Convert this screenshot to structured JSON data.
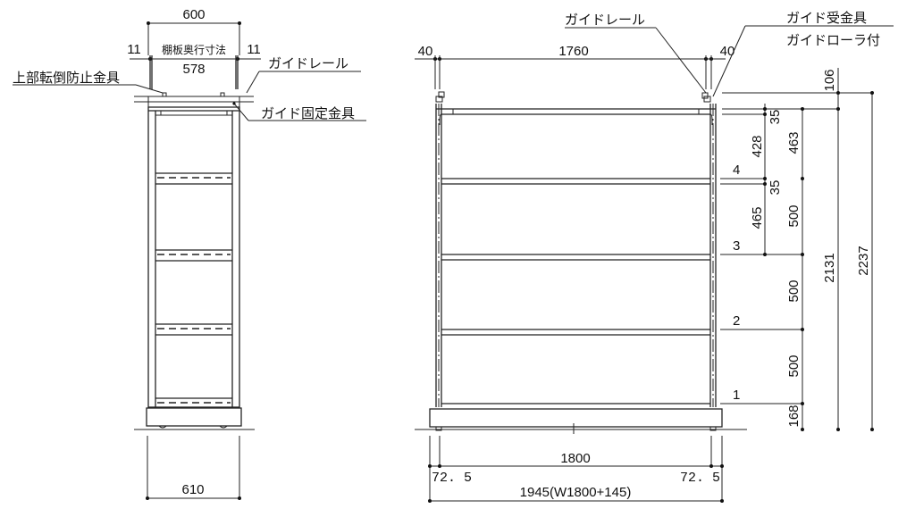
{
  "side_view": {
    "overall_depth_top": "600",
    "left_clearance": "11",
    "right_clearance": "11",
    "shelf_depth_label": "棚板奥行寸法",
    "shelf_depth": "578",
    "base_depth": "610",
    "callouts": {
      "anti_tip_bracket": "上部転倒防止金具",
      "guide_rail": "ガイドレール",
      "guide_fixing_bracket": "ガイド固定金具"
    }
  },
  "front_view": {
    "left_offset_top": "40",
    "inner_width_top": "1760",
    "right_offset_top": "40",
    "shelf_width": "1800",
    "left_margin_bottom": "72. 5",
    "right_margin_bottom": "72. 5",
    "overall_width": "1945(W1800+145)",
    "callouts": {
      "guide_rail": "ガイドレール",
      "guide_receiver": "ガイド受金具",
      "guide_roller": "ガイドローラ付"
    },
    "shelf_numbers": [
      "1",
      "2",
      "3",
      "4"
    ]
  },
  "height_dims": {
    "top_gap": "106",
    "shelf_thickness_top": "35",
    "shelf_thickness_4": "35",
    "clear_428": "428",
    "pitch_463": "463",
    "clear_465": "465",
    "pitch_500_a": "500",
    "pitch_500_b": "500",
    "pitch_500_c": "500",
    "base_168": "168",
    "body_height": "2131",
    "overall_height": "2237"
  }
}
